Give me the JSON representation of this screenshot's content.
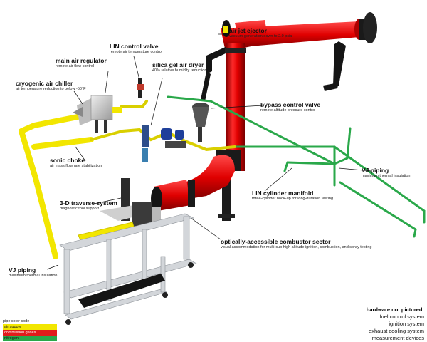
{
  "labels": {
    "air_jet_ejector": {
      "title": "air jet ejector",
      "sub": "vacuum generation down to 2.0 psia"
    },
    "lin_control_valve": {
      "title": "LIN control valve",
      "sub": "remote air temperature control"
    },
    "main_air_regulator": {
      "title": "main air regulator",
      "sub": "remote air flow control"
    },
    "silica_gel_air_dryer": {
      "title": "silica gel air dryer",
      "sub": "40% relative humidity reduction"
    },
    "cryogenic_air_chiller": {
      "title": "cryogenic air chiller",
      "sub": "air temperature reduction to below -50°F"
    },
    "bypass_control_valve": {
      "title": "bypass control valve",
      "sub": "remote altitude pressure control"
    },
    "sonic_choke": {
      "title": "sonic choke",
      "sub": "air mass flow rate stabilization"
    },
    "vj_piping_right": {
      "title": "VJ piping",
      "sub": "maximum thermal insulation"
    },
    "lin_cylinder_manifold": {
      "title": "LIN cylinder manifold",
      "sub": "three-cylinder hook-up for long-duration testing"
    },
    "traverse_system": {
      "title": "3-D traverse system",
      "sub": "diagnostic tool support"
    },
    "combustor_sector": {
      "title": "optically-accessible combustor sector",
      "sub": "visual accommodation for multi-cup high altitude ignition, combustion, and spray testing"
    },
    "vj_piping_left": {
      "title": "VJ piping",
      "sub": "maximum thermal insulation"
    }
  },
  "legend": {
    "title": "pipe color code",
    "items": [
      {
        "label": "air supply",
        "color": "#f2e600"
      },
      {
        "label": "combustion gases",
        "color": "#e21b1b"
      },
      {
        "label": "nitrogen",
        "color": "#2aa84a"
      }
    ]
  },
  "not_pictured": {
    "heading": "hardware not pictured:",
    "items": [
      "fuel control system",
      "ignition system",
      "exhaust cooling system",
      "measurement devices"
    ]
  }
}
